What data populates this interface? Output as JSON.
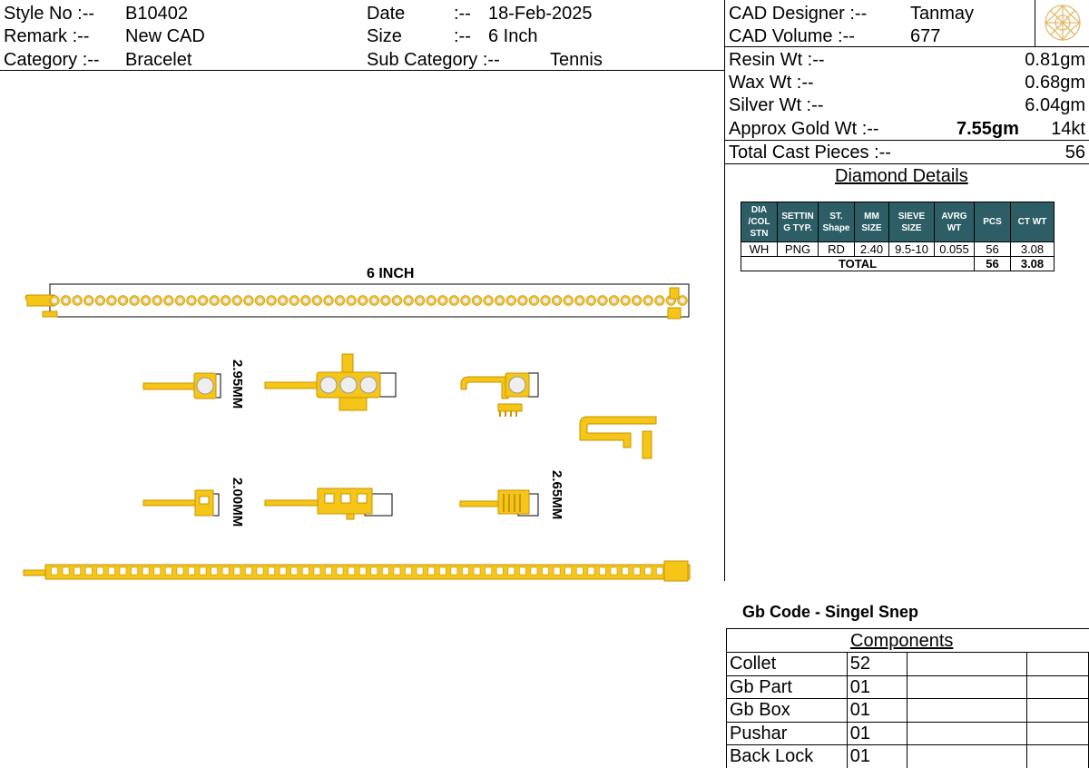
{
  "header": {
    "style_no_label": "Style No :--",
    "style_no": "B10402",
    "remark_label": "Remark  :--",
    "remark": "New CAD",
    "category_label": "Category :--",
    "category": "Bracelet",
    "date_label": "Date",
    "date_sep": ":--",
    "date": "18-Feb-2025",
    "size_label": "Size",
    "size_sep": ":--",
    "size": "6 Inch",
    "subcategory_label": "Sub Category :--",
    "subcategory": "Tennis"
  },
  "cad": {
    "designer_label": "CAD  Designer :--",
    "designer": "Tanmay",
    "volume_label": "CAD   Volume  :--",
    "volume": "677"
  },
  "weights": {
    "resin_label": "Resin Wt :--",
    "resin": "0.81gm",
    "wax_label": "Wax  Wt :--",
    "wax": "0.68gm",
    "silver_label": "Silver Wt :--",
    "silver": "6.04gm",
    "gold_label": "Approx Gold Wt :--",
    "gold": "7.55gm",
    "gold_karat": "14kt",
    "cast_label": "Total Cast Pieces :--",
    "cast": "56"
  },
  "diamond": {
    "title": "Diamond Details",
    "headers": [
      "DIA\n/COL\nSTN",
      "SETTIN\nG TYP.",
      "ST.\nShape",
      "MM\nSIZE",
      "SIEVE\nSIZE",
      "AVRG\nWT",
      "PCS",
      "CT WT"
    ],
    "row": [
      "WH",
      "PNG",
      "RD",
      "2.40",
      "9.5-10",
      "0.055",
      "56",
      "3.08"
    ],
    "total_label": "TOTAL",
    "total_pcs": "56",
    "total_ct": "3.08"
  },
  "drawing": {
    "length_label": "6 INCH",
    "dim_top_left": "2.95MM",
    "dim_bottom_left": "2.00MM",
    "dim_bottom_right": "2.65MM",
    "gold_color": "#f5c518",
    "gold_dark": "#c99400"
  },
  "gb_code": "Gb Code - Singel Snep",
  "components": {
    "title": "Components",
    "rows": [
      {
        "name": "Collet",
        "qty": "52"
      },
      {
        "name": "Gb Part",
        "qty": "01"
      },
      {
        "name": "Gb Box",
        "qty": "01"
      },
      {
        "name": "Pushar",
        "qty": "01"
      },
      {
        "name": "Back Lock",
        "qty": "01"
      }
    ]
  }
}
